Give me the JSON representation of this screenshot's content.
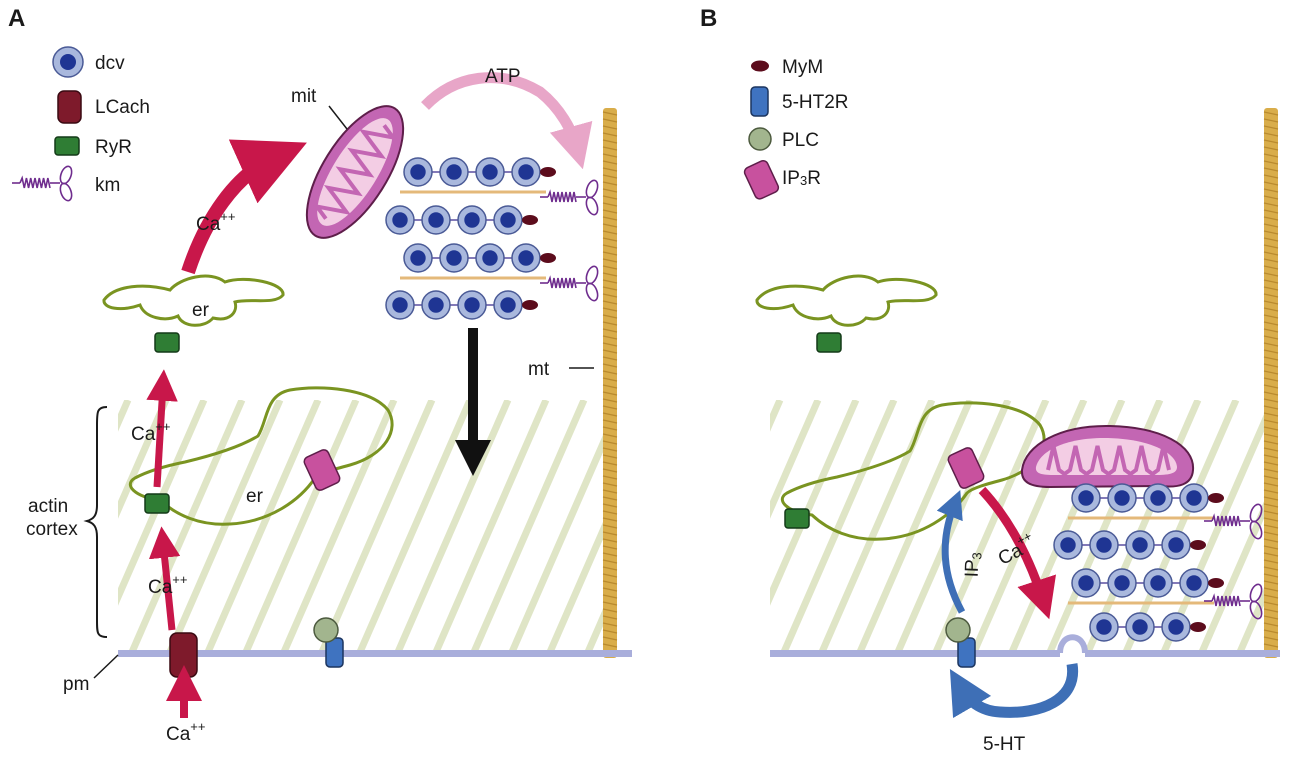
{
  "panels": {
    "a": {
      "letter": "A",
      "legend": {
        "dcv": "dcv",
        "lcach": "LCach",
        "ryr": "RyR",
        "km": "km"
      },
      "labels": {
        "mit": "mit",
        "atp": "ATP",
        "er_top": "er",
        "er_cortex": "er",
        "mt": "mt",
        "actin_cortex_line1": "actin",
        "actin_cortex_line2": "cortex",
        "pm": "pm",
        "ca_base": "Ca",
        "ca_sup": "++"
      }
    },
    "b": {
      "letter": "B",
      "legend": {
        "mym": "MyM",
        "ht2r": "5-HT2R",
        "plc": "PLC",
        "ip3r_main": "IP",
        "ip3r_sub": "3",
        "ip3r_end": "R"
      },
      "labels": {
        "ca_base": "Ca",
        "ca_sup": "++",
        "ip_base": "IP",
        "ip_sub": "3",
        "serotonin": "5-HT"
      }
    }
  },
  "colors": {
    "ca_arrow": "#c8174a",
    "atp_arrow": "#e8a6c8",
    "ip3_arrow": "#3e6fb6",
    "black_arrow": "#111111",
    "er_outline": "#7a9421",
    "ryr": "#2f7d34",
    "lcach": "#7e1a2b",
    "ht2r": "#3f73c0",
    "plc": "#a2b58e",
    "ip3r": "#c8519e",
    "mym": "#5c0c1c",
    "dcv_outer": "#a9b8dd",
    "dcv_inner": "#1f3593",
    "mit_fill": "#c366b3",
    "microtubule": "#d9ad4a",
    "membrane": "#a9aedb",
    "actin_stripe": "#dfe5c6",
    "kinesin": "#6f2d8e"
  }
}
